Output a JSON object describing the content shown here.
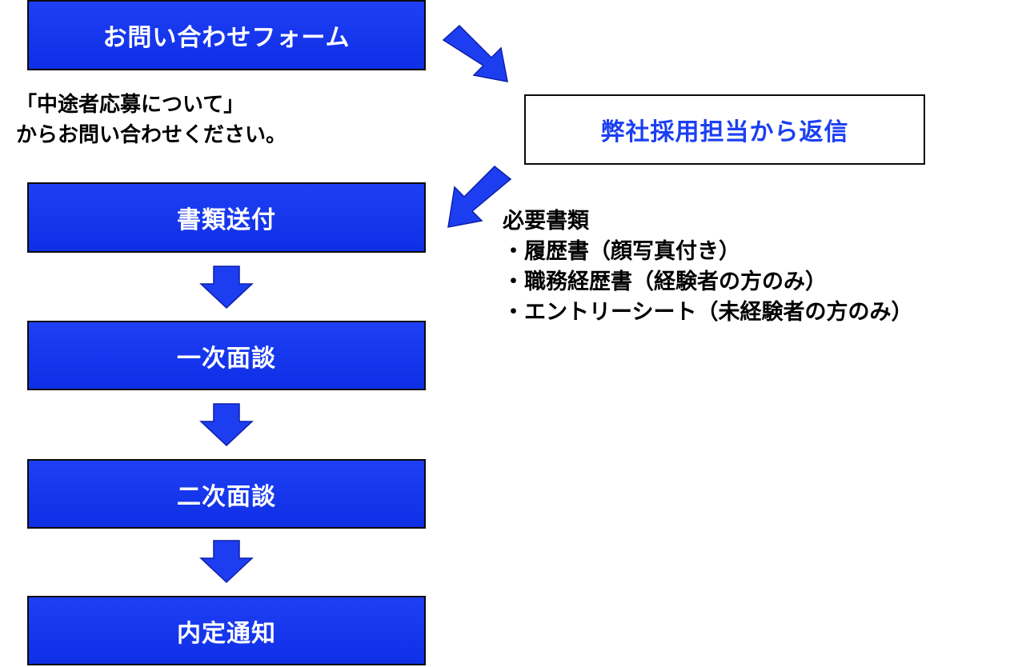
{
  "steps": {
    "contact_form": "お問い合わせフォーム",
    "documents": "書類送付",
    "first_interview": "一次面談",
    "second_interview": "二次面談",
    "offer": "内定通知"
  },
  "note": {
    "line1": "「中途者応募について」",
    "line2": "からお問い合わせください。"
  },
  "reply": "弊社採用担当から返信",
  "required_docs": {
    "heading": "必要書類",
    "items": [
      "・履歴書（顔写真付き）",
      "・職務経歴書（経験者の方のみ）",
      "・エントリーシート（未経験者の方のみ）"
    ]
  },
  "colors": {
    "box_fill": "#1434f0",
    "reply_text": "#1b3ff2",
    "arrow": "#1d3ef0"
  }
}
